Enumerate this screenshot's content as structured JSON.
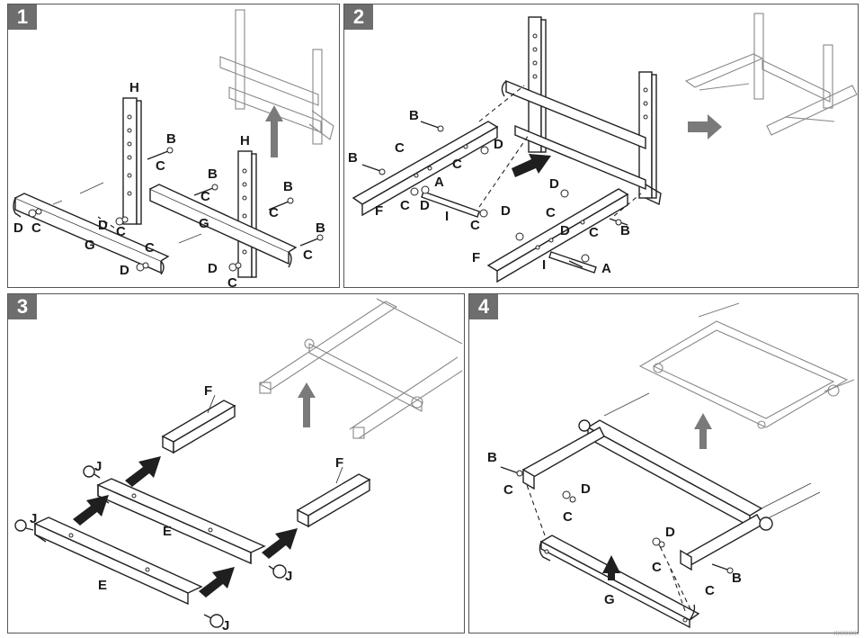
{
  "steps": [
    {
      "number": "1"
    },
    {
      "number": "2"
    },
    {
      "number": "3"
    },
    {
      "number": "4"
    }
  ],
  "labels": {
    "step1": {
      "H1": "H",
      "H2": "H",
      "B1": "B",
      "B2": "B",
      "B3": "B",
      "B4": "B",
      "C1": "C",
      "C2": "C",
      "C3": "C",
      "C4": "C",
      "C5": "C",
      "C6": "C",
      "C7": "C",
      "D1": "D",
      "D2": "D",
      "D3": "D",
      "D4": "D",
      "G1": "G",
      "G2": "G"
    },
    "step2": {
      "B1": "B",
      "B2": "B",
      "B3": "B",
      "C1": "C",
      "C2": "C",
      "C3": "C",
      "C4": "C",
      "C5": "C",
      "C6": "C",
      "D1": "D",
      "D2": "D",
      "D3": "D",
      "D4": "D",
      "D5": "D",
      "A1": "A",
      "A2": "A",
      "F1": "F",
      "F2": "F",
      "I1": "I",
      "I2": "I"
    },
    "step3": {
      "F1": "F",
      "F2": "F",
      "J1": "J",
      "J2": "J",
      "J3": "J",
      "J4": "J",
      "E1": "E",
      "E2": "E"
    },
    "step4": {
      "B1": "B",
      "B2": "B",
      "C1": "C",
      "C2": "C",
      "C3": "C",
      "C4": "C",
      "D1": "D",
      "D2": "D",
      "G1": "G"
    }
  },
  "footer_code": "XXXXXX"
}
